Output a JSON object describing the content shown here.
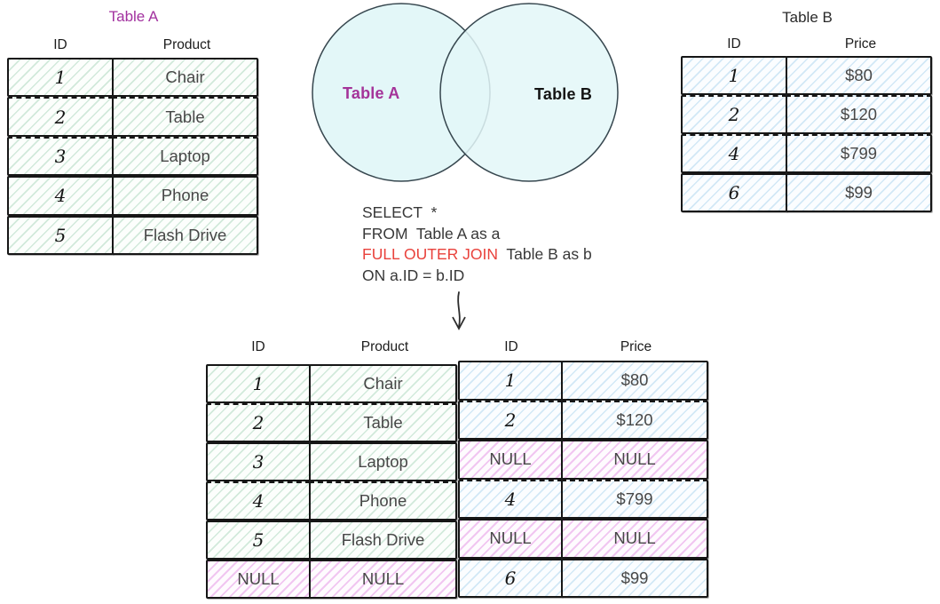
{
  "table_a": {
    "title": "Table A",
    "columns": [
      "ID",
      "Product"
    ],
    "rows": [
      {
        "id": "1",
        "product": "Chair"
      },
      {
        "id": "2",
        "product": "Table"
      },
      {
        "id": "3",
        "product": "Laptop"
      },
      {
        "id": "4",
        "product": "Phone"
      },
      {
        "id": "5",
        "product": "Flash Drive"
      }
    ]
  },
  "table_b": {
    "title": "Table B",
    "columns": [
      "ID",
      "Price"
    ],
    "rows": [
      {
        "id": "1",
        "price": "$80"
      },
      {
        "id": "2",
        "price": "$120"
      },
      {
        "id": "4",
        "price": "$799"
      },
      {
        "id": "6",
        "price": "$99"
      }
    ]
  },
  "venn": {
    "left_label": "Table A",
    "right_label": "Table B",
    "fill_color": "#e3f7f8",
    "outline_color": "#37474f",
    "left_label_color": "#a43399",
    "right_label_color": "#141414"
  },
  "sql": {
    "line1": "SELECT  *",
    "line2": "FROM  Table A as a",
    "line3_keyword": "FULL OUTER JOIN",
    "line3_rest": "  Table B as b",
    "line4": "ON a.ID = b.ID",
    "keyword_color": "#e9423c"
  },
  "result_table": {
    "columns": [
      "ID",
      "Product",
      "ID",
      "Price"
    ],
    "rows": [
      {
        "a_id": "1",
        "a_product": "Chair",
        "b_id": "1",
        "b_price": "$80"
      },
      {
        "a_id": "2",
        "a_product": "Table",
        "b_id": "2",
        "b_price": "$120"
      },
      {
        "a_id": "3",
        "a_product": "Laptop",
        "b_id": "NULL",
        "b_price": "NULL"
      },
      {
        "a_id": "4",
        "a_product": "Phone",
        "b_id": "4",
        "b_price": "$799"
      },
      {
        "a_id": "5",
        "a_product": "Flash Drive",
        "b_id": "NULL",
        "b_price": "NULL"
      },
      {
        "a_id": "NULL",
        "a_product": "NULL",
        "b_id": "6",
        "b_price": "$99"
      }
    ]
  },
  "colors": {
    "table_a_title": "#a2319f",
    "table_b_title": "#2a2a2a",
    "hatch_green": "#97cdad",
    "hatch_blue": "#94c7e8",
    "hatch_pink": "#e492e4"
  }
}
